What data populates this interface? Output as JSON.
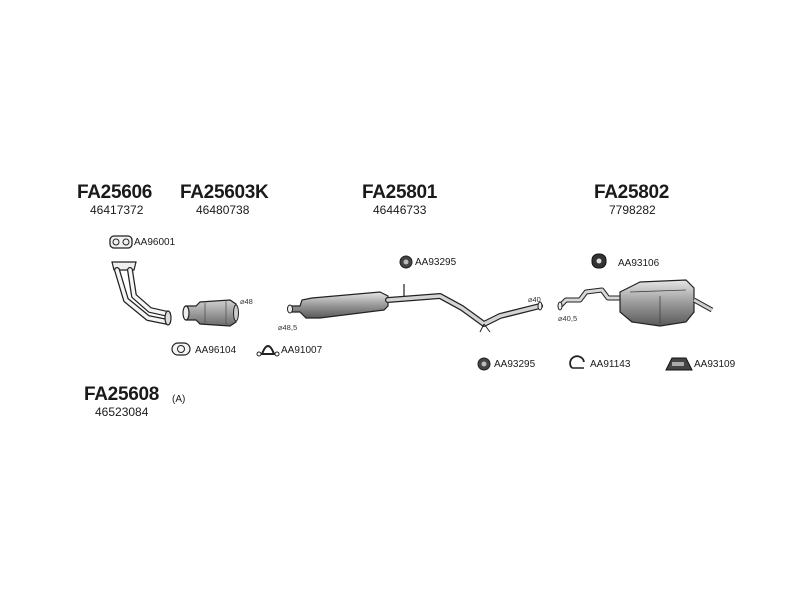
{
  "parts": {
    "fa25606": {
      "code": "FA25606",
      "oem": "46417372"
    },
    "fa25603k": {
      "code": "FA25603K",
      "oem": "46480738"
    },
    "fa25801": {
      "code": "FA25801",
      "oem": "46446733"
    },
    "fa25802": {
      "code": "FA25802",
      "oem": "7798282"
    },
    "fa25608": {
      "code": "FA25608",
      "suffix": "(A)",
      "oem": "46523084"
    }
  },
  "refs": {
    "aa96001": "AA96001",
    "aa96104": "AA96104",
    "aa91007": "AA91007",
    "aa93295_top": "AA93295",
    "aa93295_bottom": "AA93295",
    "aa93106": "AA93106",
    "aa91143": "AA91143",
    "aa93109": "AA93109"
  },
  "dims": {
    "d48": "⌀48",
    "d48_5": "⌀48,5",
    "d40": "⌀40",
    "d40_5": "⌀40,5"
  }
}
